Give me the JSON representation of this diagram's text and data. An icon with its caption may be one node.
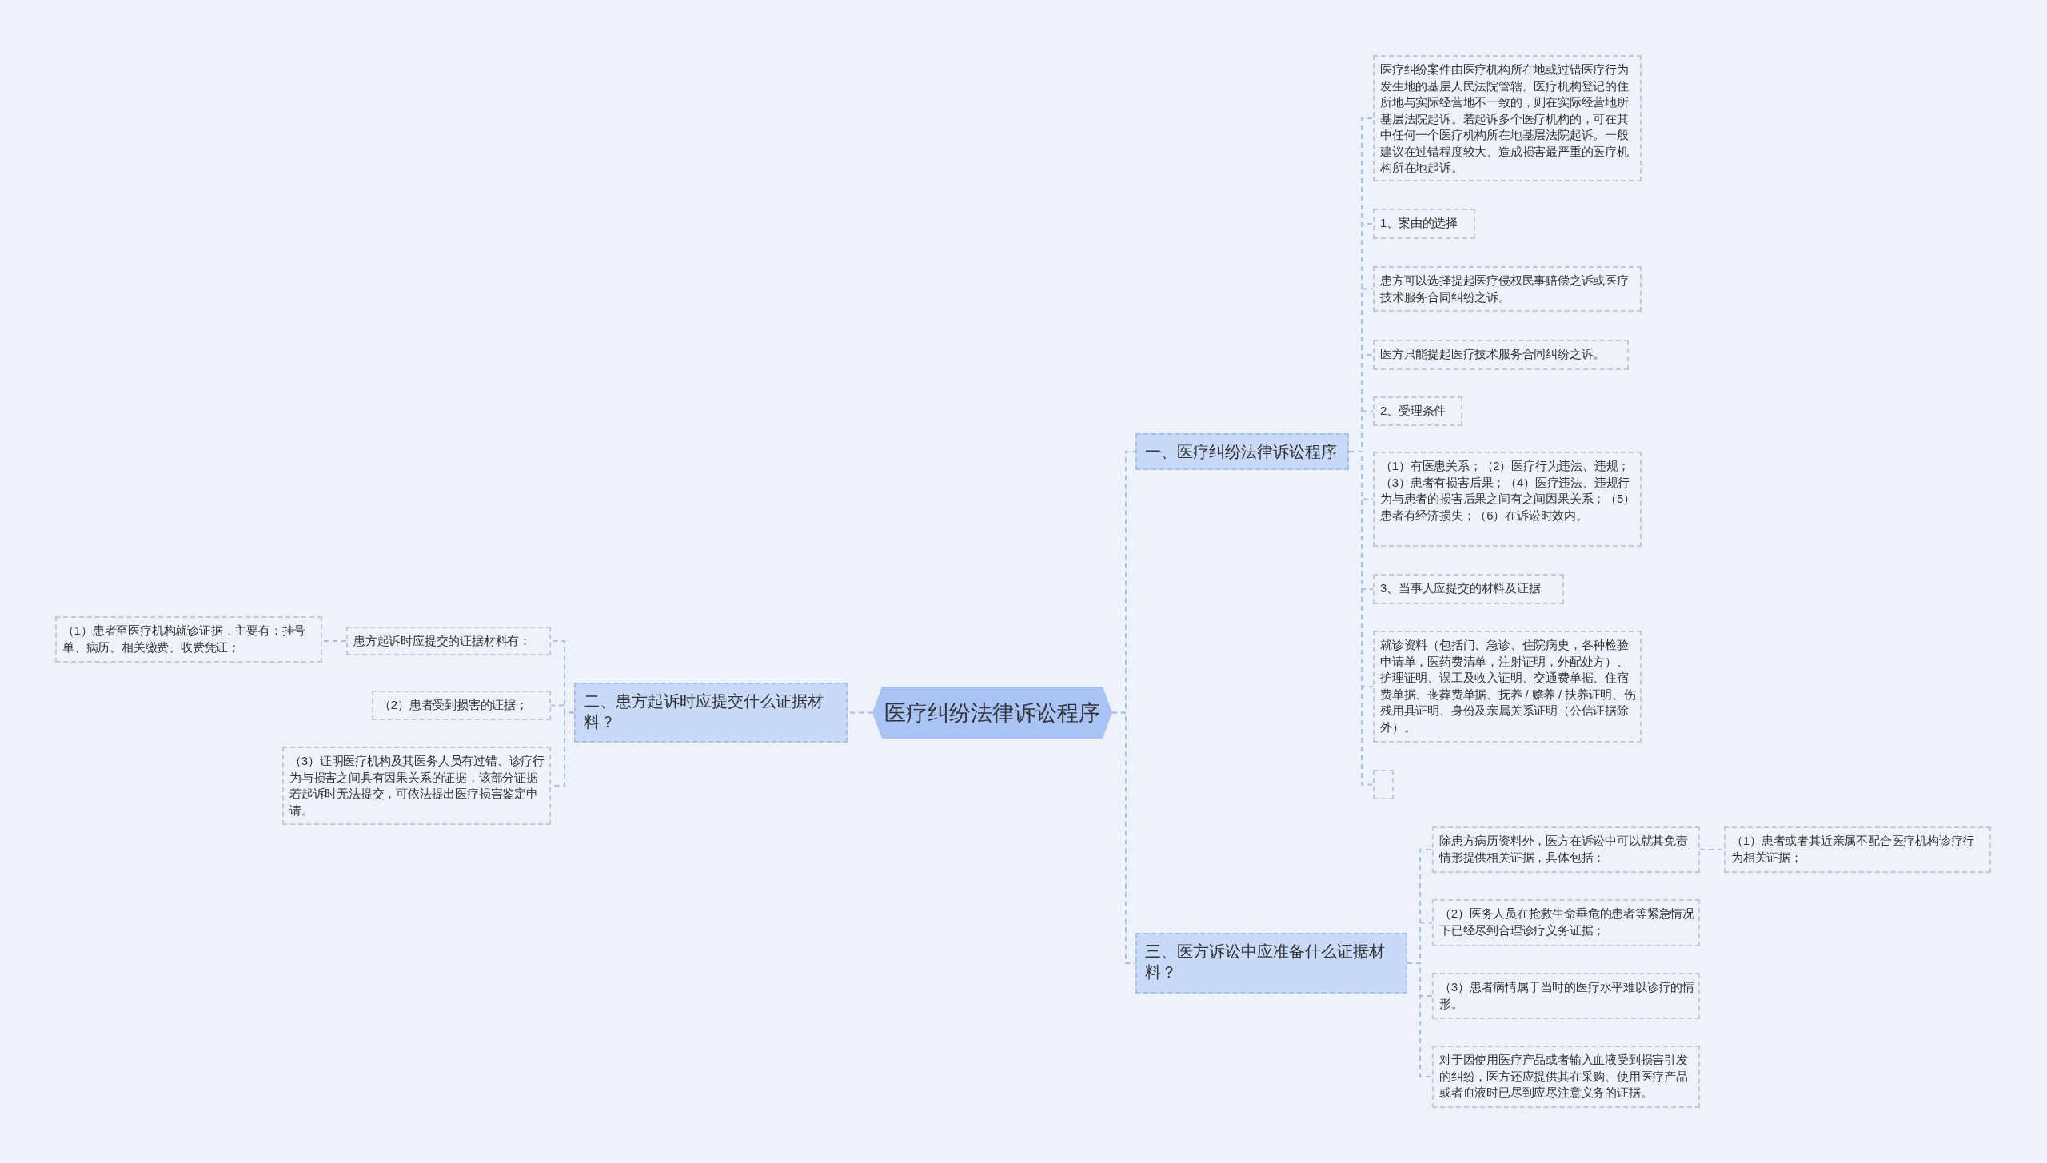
{
  "diagram": {
    "nodes": [
      {
        "text": [
          "医疗纠纷法律诉讼程序"
        ]
      },
      {
        "text": [
          "一、医疗纠纷法律诉讼程序"
        ]
      },
      {
        "text": [
          "二、患方起诉时应提交什么证据材料？"
        ]
      },
      {
        "text": [
          "三、医方诉讼中应准备什么证据材料？"
        ]
      },
      {
        "text": [
          "医疗纠纷案件由医疗机构所在地或过错医疗行为发生地的基层人民法院管辖。医疗机构登记的住所地与实际经营地不一致的，则在实际经营地所基层法院起诉。若起诉多个医疗机构的，可在其中任何一个医疗机构所在地基层法院起诉。一般建议在过错程度较大、造成损害最严重的医疗机构所在地起诉。"
        ]
      },
      {
        "text": [
          "1、案由的选择"
        ]
      },
      {
        "text": [
          "患方可以选择提起医疗侵权民事赔偿之诉或医疗技术服务合同纠纷之诉。"
        ]
      },
      {
        "text": [
          "医方只能提起医疗技术服务合同纠纷之诉。"
        ]
      },
      {
        "text": [
          "2、受理条件"
        ]
      },
      {
        "text": [
          "（1）有医患关系；（2）医疗行为违法、违规；（3）患者有损害后果；（4）医疗违法、违规行为与患者的损害后果之间有之间因果关系；（5）患者有经济损失；（6）在诉讼时效内。"
        ]
      },
      {
        "text": [
          "3、当事人应提交的材料及证据"
        ]
      },
      {
        "text": [
          "就诊资料（包括门、急诊、住院病史，各种检验申请单，医药费清单，注射证明，外配处方）、护理证明、误工及收入证明、交通费单据、住宿费单据、丧葬费单据、抚养 / 赡养 / 扶养证明、伤残用具证明、身份及亲属关系证明（公信证据除外）。"
        ]
      },
      {
        "text": [],
        "shape": "box"
      },
      {
        "text": [
          "患方起诉时应提交的证据材料有："
        ]
      },
      {
        "text": [
          "（1）患者至医疗机构就诊证据，主要有：挂号单、病历、相关缴费、收费凭证；"
        ]
      },
      {
        "text": [
          "（2）患者受到损害的证据；"
        ]
      },
      {
        "text": [
          "（3）证明医疗机构及其医务人员有过错、诊疗行为与损害之间具有因果关系的证据，该部分证据若起诉时无法提交，可依法提出医疗损害鉴定申请。"
        ]
      },
      {
        "text": [
          "除患方病历资料外，医方在诉讼中可以就其免责情形提供相关证据，具体包括："
        ]
      },
      {
        "text": [
          "（1）患者或者其近亲属不配合医疗机构诊疗行为相关证据；"
        ]
      },
      {
        "text": [
          "（2）医务人员在抢救生命垂危的患者等紧急情况下已经尽到合理诊疗义务证据；"
        ]
      },
      {
        "text": [
          "（3）患者病情属于当时的医疗水平难以诊疗的情形。"
        ]
      },
      {
        "text": [
          "对于因使用医疗产品或者输入血液受到损害引发的纠纷，医方还应提供其在采购、使用医疗产品或者血液时已尽到应尽注意义务的证据。"
        ]
      }
    ],
    "edges": [
      {
        "from": 0,
        "to": 1,
        "arrow": "none"
      },
      {
        "from": 0,
        "to": 2,
        "arrow": "none"
      },
      {
        "from": 0,
        "to": 3,
        "arrow": "none"
      },
      {
        "from": 1,
        "to": 4,
        "arrow": "none"
      },
      {
        "from": 1,
        "to": 5,
        "arrow": "none"
      },
      {
        "from": 1,
        "to": 6,
        "arrow": "none"
      },
      {
        "from": 1,
        "to": 7,
        "arrow": "none"
      },
      {
        "from": 1,
        "to": 8,
        "arrow": "none"
      },
      {
        "from": 1,
        "to": 9,
        "arrow": "none"
      },
      {
        "from": 1,
        "to": 10,
        "arrow": "none"
      },
      {
        "from": 1,
        "to": 11,
        "arrow": "none"
      },
      {
        "from": 1,
        "to": 12,
        "arrow": "none"
      },
      {
        "from": 2,
        "to": 13,
        "arrow": "none"
      },
      {
        "from": 2,
        "to": 15,
        "arrow": "none"
      },
      {
        "from": 2,
        "to": 16,
        "arrow": "none"
      },
      {
        "from": 13,
        "to": 14,
        "arrow": "none"
      },
      {
        "from": 3,
        "to": 17,
        "arrow": "none"
      },
      {
        "from": 3,
        "to": 19,
        "arrow": "none"
      },
      {
        "from": 3,
        "to": 20,
        "arrow": "none"
      },
      {
        "from": 3,
        "to": 21,
        "arrow": "none"
      },
      {
        "from": 17,
        "to": 18,
        "arrow": "none"
      }
    ]
  }
}
